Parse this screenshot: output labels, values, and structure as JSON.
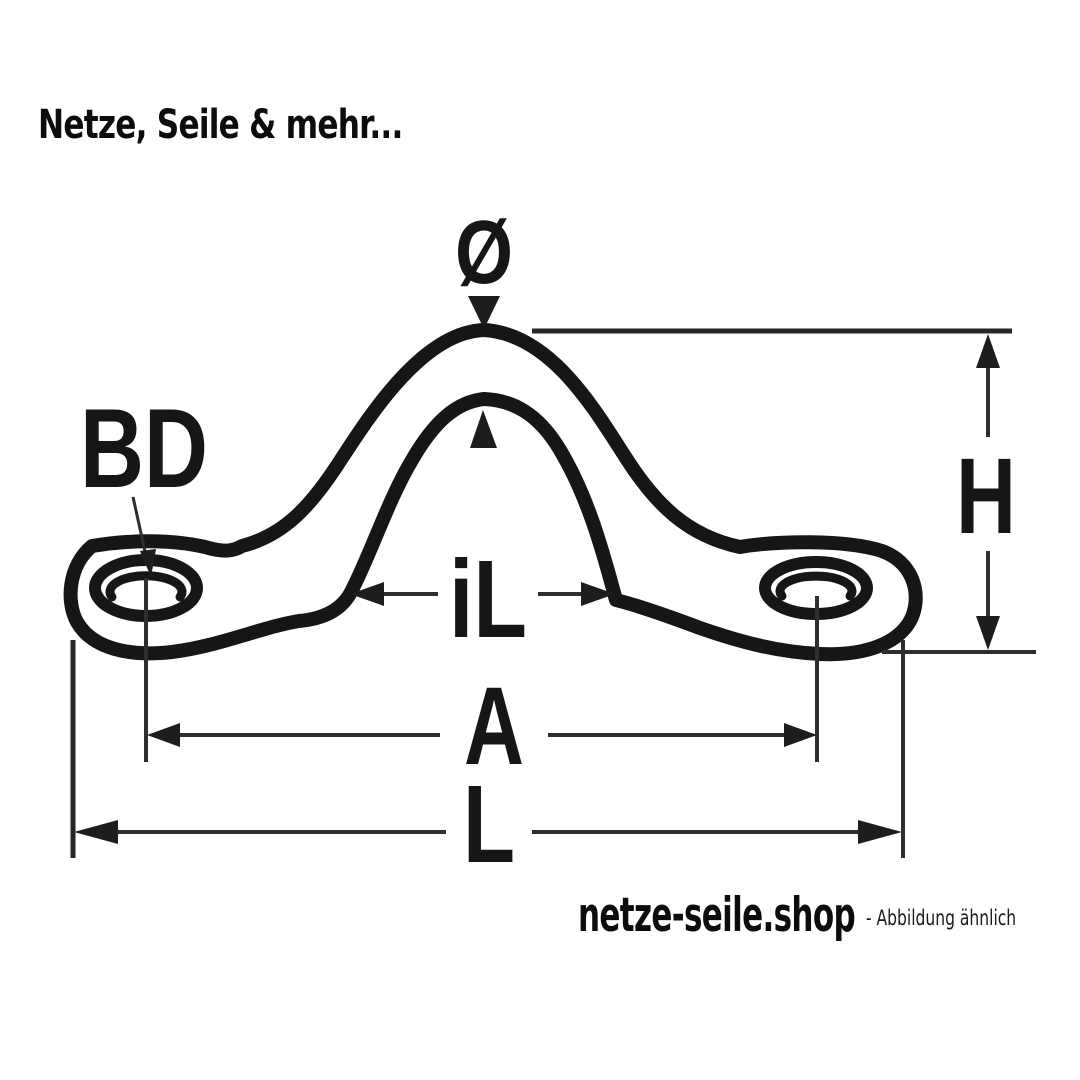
{
  "page": {
    "background": "#ffffff"
  },
  "header": {
    "brand_text": "Netze, Seile & mehr..."
  },
  "diagram": {
    "labels": {
      "diameter_symbol": "Ø",
      "bore": "BD",
      "inner_length": "iL",
      "height": "H",
      "hole_distance": "A",
      "total_length": "L"
    },
    "colors": {
      "line": "#161616",
      "dimension_line": "#2e2e2e",
      "background": "#ffffff"
    }
  },
  "footer": {
    "brand_text": "netze-seile.shop",
    "note": "- Abbildung ähnlich"
  }
}
